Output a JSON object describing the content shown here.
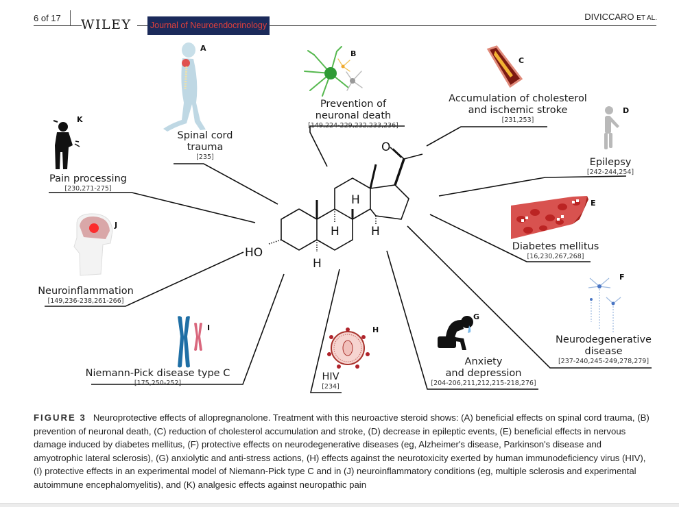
{
  "header": {
    "page_number": "6 of 17",
    "publisher": "WILEY",
    "journal": "Journal of Neuroendocrinology",
    "authors_main": "DIVICCARO",
    "authors_suffix": "ET AL.",
    "colors": {
      "journal_bg": "#1b2a5a",
      "journal_text": "#e2403c"
    }
  },
  "figure": {
    "molecule": {
      "name": "allopregnanolone",
      "atom_labels": {
        "oxygen": "O",
        "hydroxyl": "HO",
        "h1": "H",
        "h2": "H",
        "h3": "H",
        "h4": "H"
      }
    },
    "panels": [
      {
        "letter": "A",
        "title_lines": [
          "Spinal cord",
          "trauma"
        ],
        "refs": "[235]",
        "icon": "walking-human-spine-icon"
      },
      {
        "letter": "B",
        "title_lines": [
          "Prevention of",
          "neuronal death"
        ],
        "refs": "[149,224-229,232,233,236]",
        "icon": "neurons-icon"
      },
      {
        "letter": "C",
        "title_lines": [
          "Accumulation of cholesterol",
          "and ischemic stroke"
        ],
        "refs": "[231,253]",
        "icon": "blood-vessel-plaque-icon"
      },
      {
        "letter": "D",
        "title_lines": [
          "Epilepsy"
        ],
        "refs": "[242-244,254]",
        "icon": "shaking-figure-icon"
      },
      {
        "letter": "E",
        "title_lines": [
          "Diabetes mellitus"
        ],
        "refs": "[16,230,267,268]",
        "icon": "blood-cells-glucose-icon"
      },
      {
        "letter": "F",
        "title_lines": [
          "Neurodegenerative",
          "disease"
        ],
        "refs": "[237-240,245-249,278,279]",
        "icon": "degenerating-neurons-icon"
      },
      {
        "letter": "G",
        "title_lines": [
          "Anxiety",
          "and depression"
        ],
        "refs": "[204-206,211,212,215-218,276]",
        "icon": "crying-person-icon"
      },
      {
        "letter": "H",
        "title_lines": [
          "HIV"
        ],
        "refs": "[234]",
        "icon": "virus-icon"
      },
      {
        "letter": "I",
        "title_lines": [
          "Niemann-Pick disease type C"
        ],
        "refs": "[175,250-252]",
        "icon": "chromosome-icon"
      },
      {
        "letter": "J",
        "title_lines": [
          "Neuroinflammation"
        ],
        "refs": "[149,236-238,261-266]",
        "icon": "inflamed-brain-icon"
      },
      {
        "letter": "K",
        "title_lines": [
          "Pain processing"
        ],
        "refs": "[230,271-275]",
        "icon": "person-in-pain-icon"
      }
    ]
  },
  "caption": {
    "label": "FIGURE 3",
    "text": "Neuroprotective effects of allopregnanolone. Treatment with this neuroactive steroid shows: (A) beneficial effects on spinal cord trauma, (B) prevention of neuronal death, (C) reduction of cholesterol accumulation and stroke, (D) decrease in epileptic events, (E) beneficial effects in nervous damage induced by diabetes mellitus, (F) protective effects on neurodegenerative diseases (eg, Alzheimer's disease, Parkinson's disease and amyotrophic lateral sclerosis), (G) anxiolytic and anti-stress actions, (H) effects against the neurotoxicity exerted by human immunodeficiency virus (HIV), (I) protective effects in an experimental model of Niemann-Pick type C and in (J) neuroinflammatory conditions (eg, multiple sclerosis and experimental autoimmune encephalomyelitis), and (K) analgesic effects against neuropathic pain"
  }
}
